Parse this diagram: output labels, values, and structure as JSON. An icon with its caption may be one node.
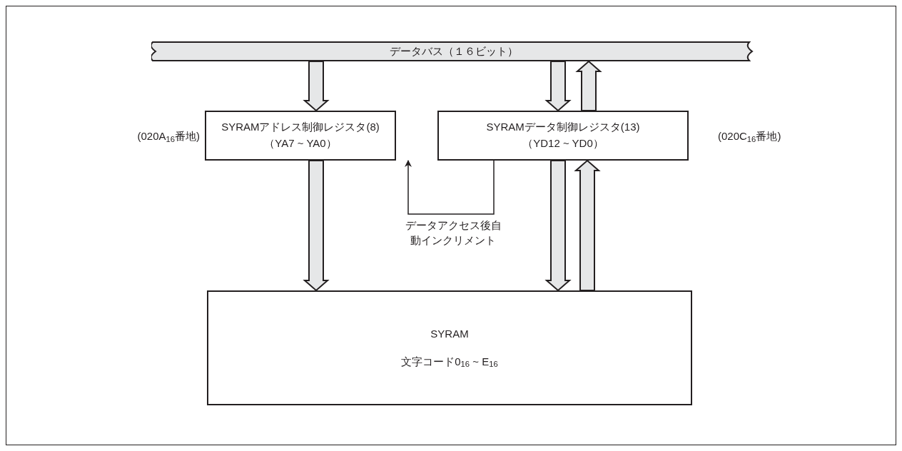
{
  "diagram": {
    "nodes": [
      {
        "text": [
          "データバス（１６ビット）"
        ]
      },
      {
        "text": [
          "SYRAMアドレス制御レジスタ(8)",
          "（YA7 ~ YA0）"
        ],
        "beside": [
          "(020A$_{16}$番地)"
        ]
      },
      {
        "text": [
          "SYRAMデータ制御レジスタ(13)",
          "（YD12 ~ YD0）"
        ],
        "beside": [
          "(020C$_{16}$番地)"
        ]
      },
      {
        "text": [
          "SYRAM",
          "文字コード0$_{16}$ ~ E$_{16}$"
        ]
      }
    ],
    "edges": [
      {
        "from": 0,
        "to": 1,
        "arrow": "to",
        "style": "thick"
      },
      {
        "from": 0,
        "to": 2,
        "arrow": "to",
        "style": "thick"
      },
      {
        "from": 2,
        "to": 0,
        "arrow": "to",
        "style": "thick"
      },
      {
        "from": 1,
        "to": 3,
        "arrow": "to",
        "style": "thick"
      },
      {
        "from": 2,
        "to": 3,
        "arrow": "to",
        "style": "thick"
      },
      {
        "from": 3,
        "to": 2,
        "arrow": "to",
        "style": "thick"
      },
      {
        "from": 2,
        "to": 1,
        "arrow": "to",
        "label": "データアクセス後自動インクリメント"
      }
    ]
  }
}
